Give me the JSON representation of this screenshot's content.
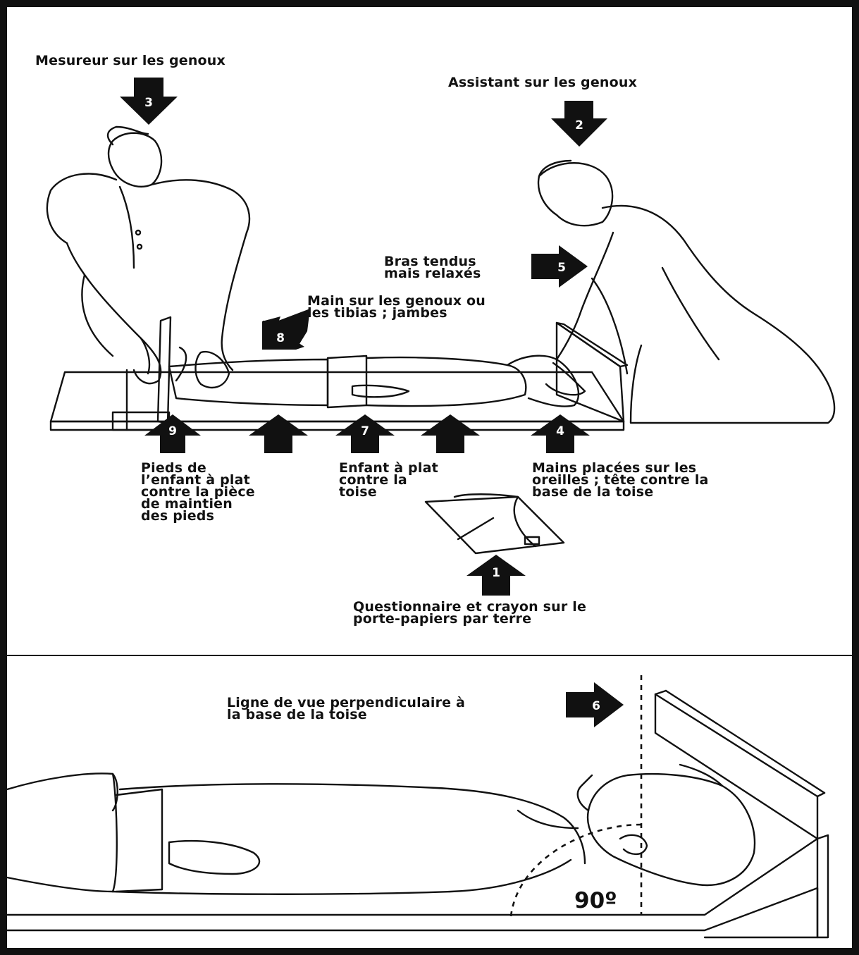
{
  "top_panel": {
    "labels": {
      "measurer": "Mesureur sur les genoux",
      "assistant": "Assistant sur les genoux",
      "arms": "Bras tendus\nmais relaxés",
      "hand_knees": "Main sur les genoux ou\nles tibias ; jambes",
      "feet": "Pieds de\nl’enfant à plat\ncontre la pièce\nde maintien\ndes pieds",
      "child_flat": "Enfant à plat\ncontre la\ntoise",
      "hands_ears": "Mains placées sur les\noreilles ;  tête contre la\nbase de la toise",
      "questionnaire": "Questionnaire et crayon sur le\nporte-papiers par terre"
    },
    "arrow_numbers": [
      "3",
      "2",
      "5",
      "8",
      "9",
      "7",
      "4",
      "1"
    ]
  },
  "bottom_panel": {
    "labels": {
      "line_of_sight": "Ligne de vue perpendiculaire à\nla base de la toise",
      "angle": "90º"
    },
    "arrow_numbers": [
      "6"
    ]
  },
  "colors": {
    "ink": "#111111",
    "background": "#ffffff"
  }
}
